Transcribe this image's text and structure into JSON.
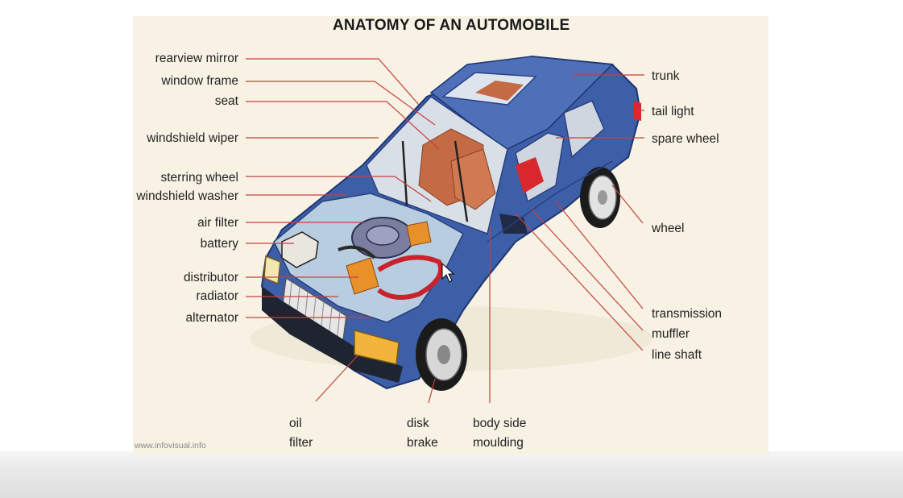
{
  "title": "ANATOMY OF AN AUTOMOBILE",
  "left_labels": [
    "rearview mirror",
    "window frame",
    "seat",
    "windshield wiper",
    "sterring wheel",
    "windshield washer",
    "air filter",
    "battery",
    "distributor",
    "radiator",
    "alternator"
  ],
  "right_labels": [
    "trunk",
    "tail light",
    "spare wheel",
    "wheel",
    "transmission",
    "muffler",
    "line shaft"
  ],
  "bottom_labels": {
    "oil_filter": [
      "oil",
      "filter"
    ],
    "disk_brake": [
      "disk",
      "brake"
    ],
    "body_side_moulding": [
      "body side",
      "moulding"
    ]
  },
  "credit": "www.infovisual.info",
  "colors": {
    "panel": "#f7f2e4",
    "body": "#3d5fa8",
    "leader": "#c4413f",
    "interior": "#c46a45",
    "headlight": "#f2b43a"
  }
}
